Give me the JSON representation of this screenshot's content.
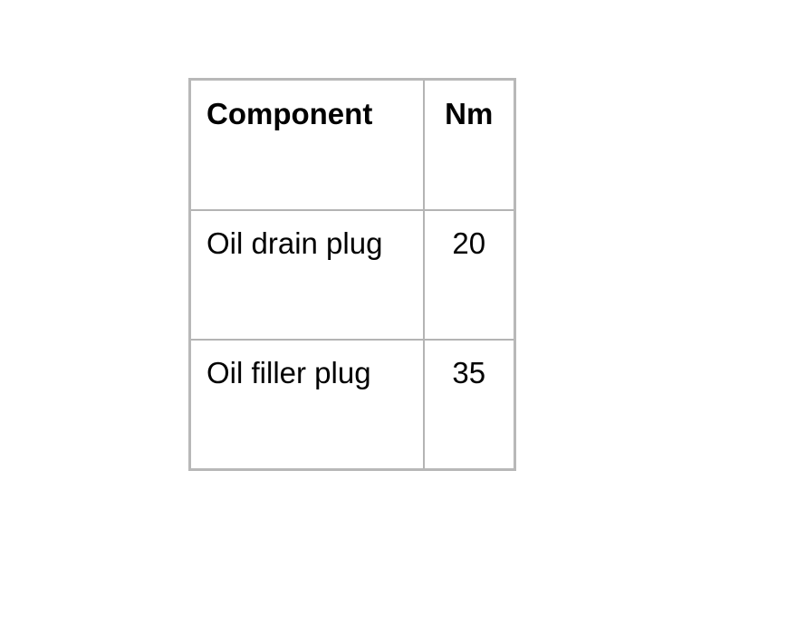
{
  "table": {
    "headers": {
      "component": "Component",
      "nm": "Nm"
    },
    "rows": [
      {
        "component": "Oil drain plug",
        "nm": "20"
      },
      {
        "component": "Oil filler plug",
        "nm": "35"
      }
    ]
  }
}
